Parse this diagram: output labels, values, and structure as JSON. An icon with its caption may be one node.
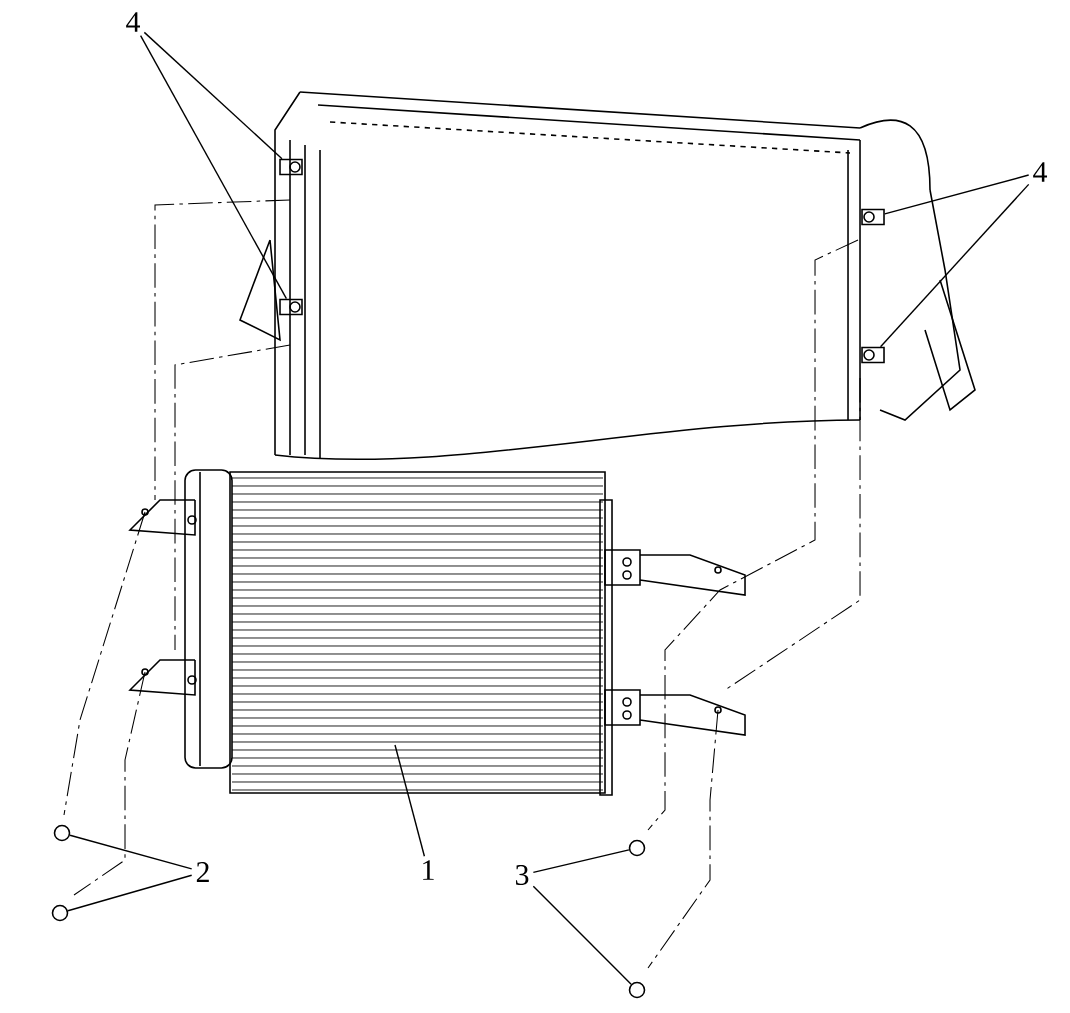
{
  "diagram": {
    "nodes": [
      {
        "text": [
          "4"
        ]
      },
      {
        "text": [
          "4"
        ]
      },
      {
        "text": [
          "2"
        ]
      },
      {
        "text": [
          "1"
        ]
      },
      {
        "text": [
          "3"
        ]
      },
      {
        "text": [],
        "shape": "box"
      },
      {
        "text": [],
        "shape": "box"
      },
      {
        "text": [],
        "shape": "box"
      },
      {
        "text": [],
        "shape": "box"
      },
      {
        "text": [],
        "shape": "circle"
      },
      {
        "text": [],
        "shape": "circle"
      },
      {
        "text": [],
        "shape": "circle"
      },
      {
        "text": [],
        "shape": "circle"
      }
    ],
    "edges": [
      {
        "from": 0,
        "to": 5,
        "arrow": "none"
      },
      {
        "from": 0,
        "to": 6,
        "arrow": "none"
      },
      {
        "from": 1,
        "to": 7,
        "arrow": "none"
      },
      {
        "from": 1,
        "to": 8,
        "arrow": "none"
      },
      {
        "from": 2,
        "to": 9,
        "arrow": "none"
      },
      {
        "from": 2,
        "to": 10,
        "arrow": "none"
      },
      {
        "from": 3,
        "to": null,
        "arrow": "none"
      },
      {
        "from": 4,
        "to": 11,
        "arrow": "none"
      },
      {
        "from": 4,
        "to": 12,
        "arrow": "none"
      }
    ]
  }
}
